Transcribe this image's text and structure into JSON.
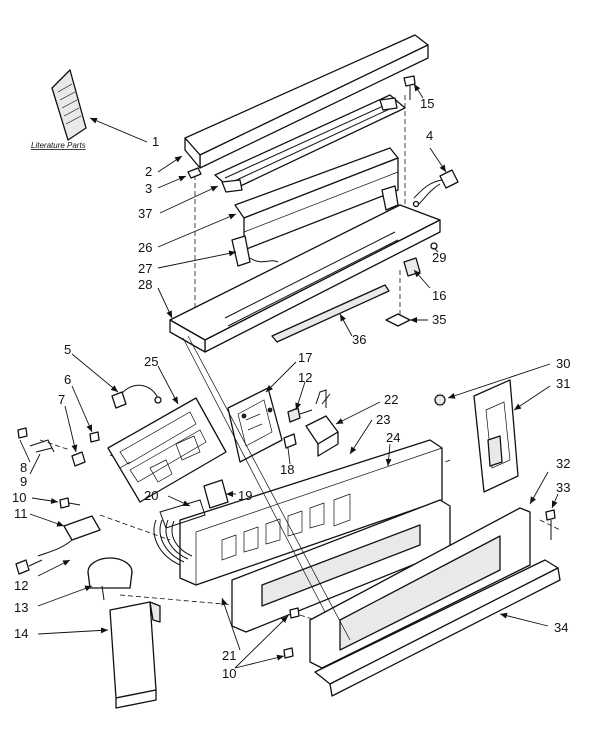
{
  "literature_label": "Literature Parts",
  "callouts": [
    "1",
    "2",
    "3",
    "37",
    "26",
    "27",
    "28",
    "15",
    "4",
    "29",
    "16",
    "35",
    "36",
    "5",
    "25",
    "17",
    "12",
    "22",
    "23",
    "24",
    "30",
    "31",
    "6",
    "7",
    "8",
    "9",
    "10",
    "11",
    "12",
    "13",
    "14",
    "18",
    "19",
    "20",
    "21",
    "10",
    "32",
    "33",
    "34"
  ]
}
